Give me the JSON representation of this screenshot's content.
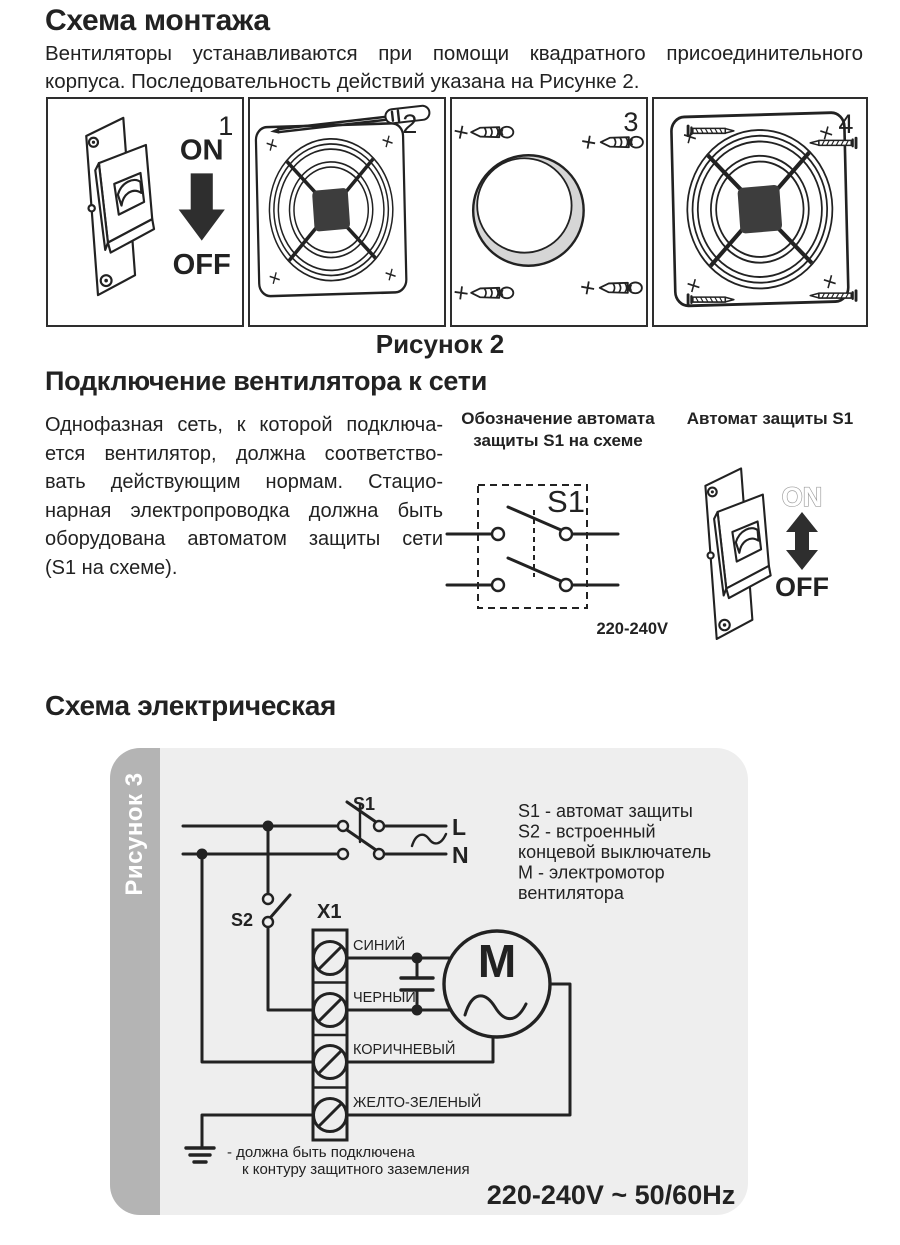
{
  "montage": {
    "title": "Схема монтажа",
    "intro_lines": [
      "Вентиляторы устанавливаются при помощи квадратного присоединительного",
      "корпуса. Последовательность действий указана на Рисунке 2."
    ],
    "panel_numbers": [
      "1",
      "2",
      "3",
      "4"
    ],
    "on_label": "ON",
    "off_label": "OFF",
    "caption": "Рисунок 2"
  },
  "connection": {
    "title": "Подключение вентилятора к сети",
    "body_lines": [
      "Однофазная сеть, к которой подключа-",
      "ется вентилятор, должна соответство-",
      "вать действующим нормам. Стацио-",
      "нарная электропроводка должна быть",
      "оборудована автоматом защиты сети",
      "(S1 на схеме)."
    ],
    "symbol_caption_lines": [
      "Обозначение автомата",
      "защиты S1 на схеме"
    ],
    "s1_label": "S1",
    "voltage_label": "220-240V",
    "breaker_caption": "Автомат защиты S1",
    "on_label": "ON",
    "off_label": "OFF"
  },
  "electrical": {
    "title": "Схема электрическая",
    "figure_label": "Рисунок 3",
    "s1_label": "S1",
    "s2_label": "S2",
    "x1_label": "X1",
    "l_label": "L",
    "n_label": "N",
    "motor_label": "M",
    "wire_labels": [
      "СИНИЙ",
      "ЧЕРНЫЙ",
      "КОРИЧНЕВЫЙ",
      "ЖЕЛТО-ЗЕЛЕНЫЙ"
    ],
    "legend_lines": [
      "S1 - автомат защиты",
      "S2 - встроенный",
      "концевой выключатель",
      "М - электромотор",
      "вентилятора"
    ],
    "ground_note_lines": [
      "- должна быть подключена",
      "к контуру защитного заземления"
    ],
    "rating": "220-240V ~ 50/60Hz"
  },
  "colors": {
    "ink": "#222222",
    "panel-bg": "#eeeeee",
    "sidebar-bg": "#b4b4b4",
    "hub": "#3d3d3d",
    "shade": "#d6d6d6",
    "outline-gray": "#9c9c9c"
  }
}
